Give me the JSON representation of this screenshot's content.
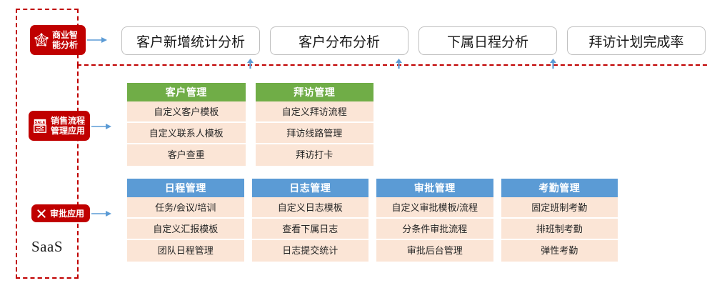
{
  "diagram": {
    "platform_label": "SaaS",
    "accent_red": "#c00000",
    "accent_green": "#70ad47",
    "accent_blue": "#5b9bd5",
    "row_bg": "#fbe5d6",
    "arrow_color": "#5b9bd5"
  },
  "apps": [
    {
      "id": "bi",
      "label": "商业智\n能分析",
      "icon": "network-graph-icon"
    },
    {
      "id": "sales",
      "label": "销售流程\n管理应用",
      "icon": "sale-document-icon",
      "icon_text": "SALE"
    },
    {
      "id": "approval",
      "label": "审批应用",
      "icon": "cross-mark-icon"
    }
  ],
  "analysis_buttons": [
    {
      "label": "客户新增统计分析"
    },
    {
      "label": "客户分布分析"
    },
    {
      "label": "下属日程分析"
    },
    {
      "label": "拜访计划完成率"
    }
  ],
  "module_groups": [
    {
      "id": "sales-group",
      "color": "green",
      "cards": [
        {
          "title": "客户管理",
          "rows": [
            "自定义客户模板",
            "自定义联系人模板",
            "客户查重"
          ]
        },
        {
          "title": "拜访管理",
          "rows": [
            "自定义拜访流程",
            "拜访线路管理",
            "拜访打卡"
          ]
        }
      ]
    },
    {
      "id": "approval-group",
      "color": "blue",
      "cards": [
        {
          "title": "日程管理",
          "rows": [
            "任务/会议/培训",
            "自定义汇报模板",
            "团队日程管理"
          ]
        },
        {
          "title": "日志管理",
          "rows": [
            "自定义日志模板",
            "查看下属日志",
            "日志提交统计"
          ]
        },
        {
          "title": "审批管理",
          "rows": [
            "自定义审批模板/流程",
            "分条件审批流程",
            "审批后台管理"
          ]
        },
        {
          "title": "考勤管理",
          "rows": [
            "固定班制考勤",
            "排班制考勤",
            "弹性考勤"
          ]
        }
      ]
    }
  ]
}
